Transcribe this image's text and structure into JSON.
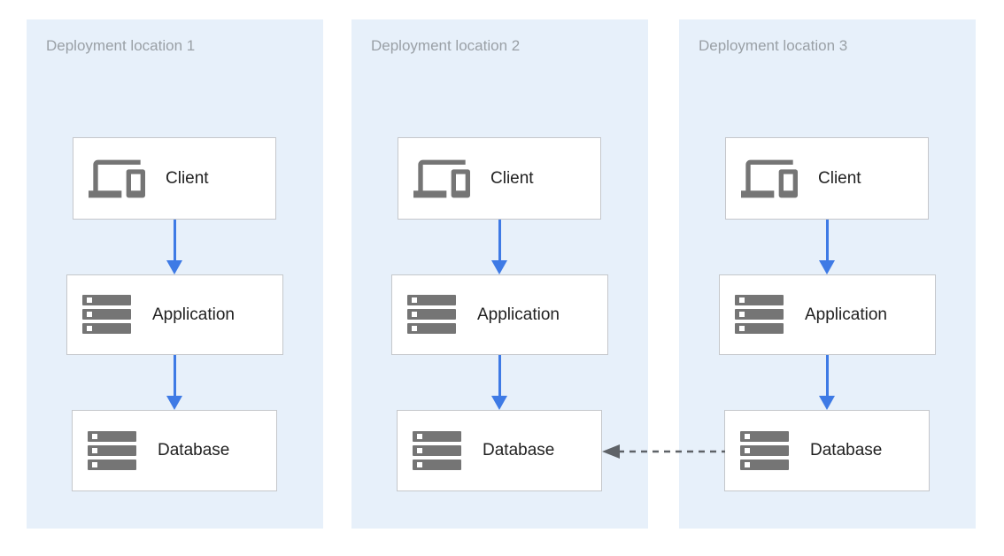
{
  "diagram": {
    "panels": [
      {
        "title": "Deployment location 1",
        "nodes": [
          {
            "label": "Client",
            "icon": "devices-icon"
          },
          {
            "label": "Application",
            "icon": "server-stack-icon"
          },
          {
            "label": "Database",
            "icon": "server-stack-icon"
          }
        ]
      },
      {
        "title": "Deployment location 2",
        "nodes": [
          {
            "label": "Client",
            "icon": "devices-icon"
          },
          {
            "label": "Application",
            "icon": "server-stack-icon"
          },
          {
            "label": "Database",
            "icon": "server-stack-icon"
          }
        ]
      },
      {
        "title": "Deployment location 3",
        "nodes": [
          {
            "label": "Client",
            "icon": "devices-icon"
          },
          {
            "label": "Application",
            "icon": "server-stack-icon"
          },
          {
            "label": "Database",
            "icon": "server-stack-icon"
          }
        ]
      }
    ],
    "links": {
      "within_each_panel": [
        "Client -> Application",
        "Application -> Database"
      ],
      "cross_panel": {
        "from": "Deployment location 3 : Database",
        "to": "Deployment location 2 : Database",
        "style": "dashed"
      }
    },
    "colors": {
      "panel_background": "#e7f0fa",
      "flow_arrow_blue": "#3e7ae5",
      "dashed_arrow_gray": "#5f6368",
      "icon_gray": "#757575",
      "title_gray": "#9aa0a6",
      "node_border": "#c5c7cb",
      "label_text": "#212121"
    }
  }
}
